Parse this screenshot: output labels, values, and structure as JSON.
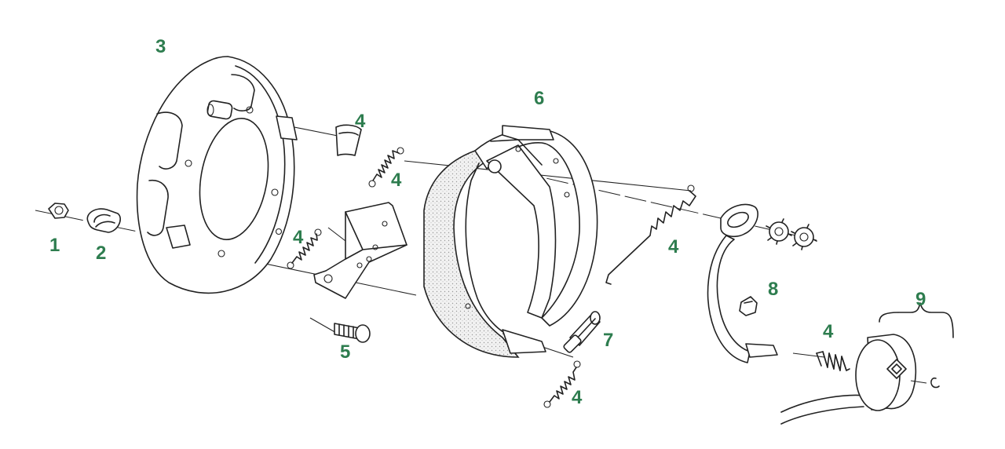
{
  "labels": [
    {
      "id": "nut",
      "text": "1"
    },
    {
      "id": "lock-washer",
      "text": "2"
    },
    {
      "id": "backing-plate",
      "text": "3"
    },
    {
      "id": "spring-top-clip",
      "text": "4"
    },
    {
      "id": "spring-upper",
      "text": "4"
    },
    {
      "id": "spring-left",
      "text": "4"
    },
    {
      "id": "adjuster-spring",
      "text": "4"
    },
    {
      "id": "bottom-spring",
      "text": "4"
    },
    {
      "id": "magnet-spring",
      "text": "4"
    },
    {
      "id": "bolt",
      "text": "5"
    },
    {
      "id": "brake-shoe",
      "text": "6"
    },
    {
      "id": "adjuster",
      "text": "7"
    },
    {
      "id": "actuating-lever",
      "text": "8"
    },
    {
      "id": "magnet",
      "text": "9"
    }
  ],
  "colors": {
    "label": "#2e7d4f",
    "line": "#222222",
    "lining": "#e4e4e4"
  }
}
